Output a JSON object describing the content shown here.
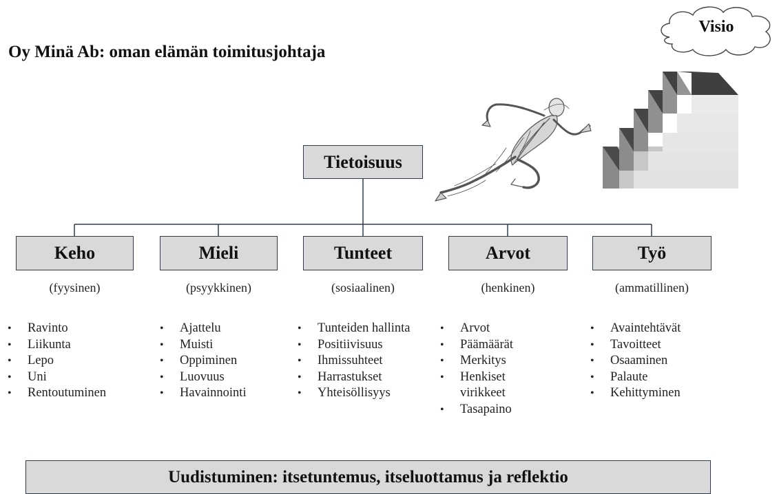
{
  "title": "Oy Minä Ab: oman elämän toimitusjohtaja",
  "vision_label": "Visio",
  "root": "Tietoisuus",
  "categories": [
    {
      "name": "Keho",
      "subtitle": "(fyysinen)",
      "items": [
        "Ravinto",
        "Liikunta",
        "Lepo",
        "Uni",
        "Rentoutuminen"
      ]
    },
    {
      "name": "Mieli",
      "subtitle": "(psyykkinen)",
      "items": [
        "Ajattelu",
        "Muisti",
        "Oppiminen",
        "Luovuus",
        "Havainnointi"
      ]
    },
    {
      "name": "Tunteet",
      "subtitle": "(sosiaalinen)",
      "items": [
        "Tunteiden hallinta",
        "Positiivisuus",
        "Ihmissuhteet",
        "Harrastukset",
        "Yhteisöllisyys"
      ]
    },
    {
      "name": "Arvot",
      "subtitle": "(henkinen)",
      "items": [
        "Arvot",
        "Päämäärät",
        "Merkitys",
        "Henkiset virikkeet",
        "Tasapaino"
      ]
    },
    {
      "name": "Työ",
      "subtitle": "(ammatillinen)",
      "items": [
        "Avaintehtävät",
        "Tavoitteet",
        "Osaaminen",
        "Palaute",
        "Kehittyminen"
      ]
    }
  ],
  "footer": "Uudistuminen: itsetuntemus, itseluottamus ja reflektio",
  "colors": {
    "box_fill": "#d9d9d9",
    "box_border": "#2f3b4b",
    "connector": "#2f3b4b"
  },
  "icons": [
    "cloud-icon",
    "runner-sketch-icon",
    "staircase-icon"
  ]
}
